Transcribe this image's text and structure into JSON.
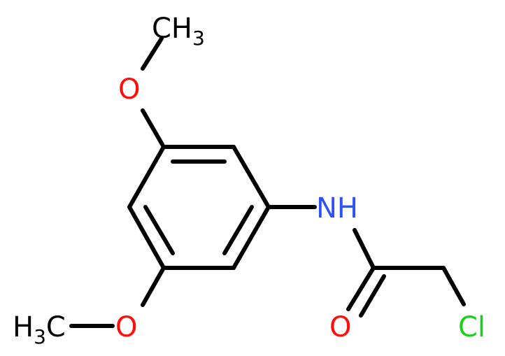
{
  "colors": {
    "bond": "#000000",
    "carbon": "#000000",
    "oxygen": "#ff0d0d",
    "nitrogen": "#3050f8",
    "chlorine": "#1fcd1f",
    "background": "#ffffff"
  },
  "atoms": {
    "ch3_top": {
      "main": "CH",
      "sub": "3"
    },
    "o_top": {
      "main": "O"
    },
    "nh": {
      "main": "NH"
    },
    "ch3_bottom": {
      "pre": "H",
      "sub": "3",
      "post": "C"
    },
    "o_bottom": {
      "main": "O"
    },
    "o_carbonyl": {
      "main": "O"
    },
    "cl": {
      "main": "Cl"
    }
  }
}
